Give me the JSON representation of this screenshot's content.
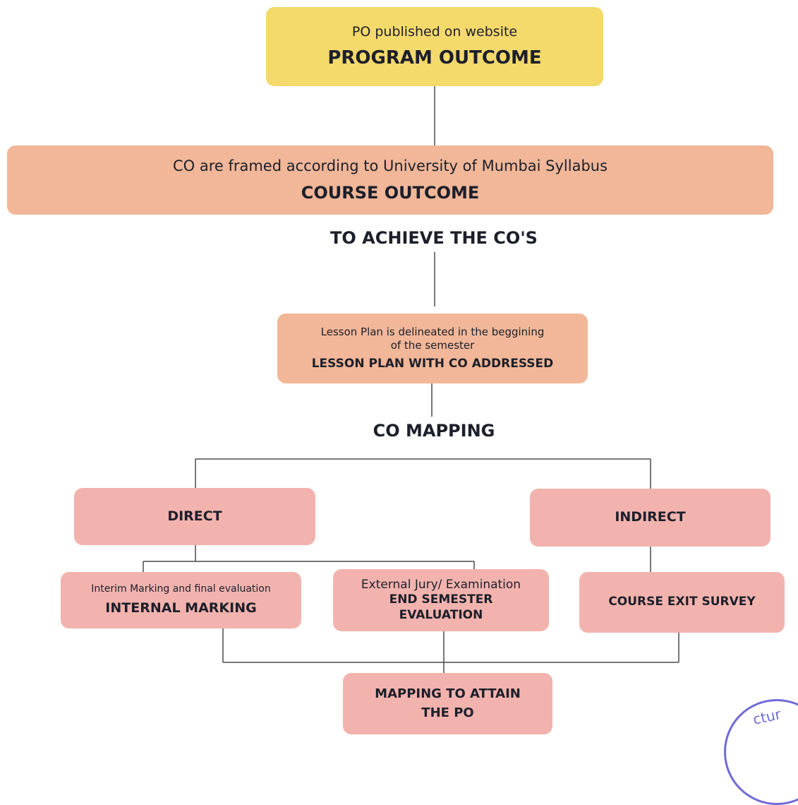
{
  "program_outcome": {
    "sub": "PO published on website",
    "title": "PROGRAM OUTCOME"
  },
  "course_outcome": {
    "sub": "CO are framed according to University of Mumbai Syllabus",
    "title": "COURSE OUTCOME"
  },
  "achieve_label": "TO ACHIEVE THE CO'S",
  "lesson_plan": {
    "sub_line1": "Lesson Plan is delineated in the beggining",
    "sub_line2": "of the semester",
    "title": "LESSON PLAN WITH CO ADDRESSED"
  },
  "co_mapping_label": "CO MAPPING",
  "direct": {
    "title": "DIRECT"
  },
  "indirect": {
    "title": "INDIRECT"
  },
  "internal_marking": {
    "sub": "Interim Marking and final evaluation",
    "title": "INTERNAL MARKING"
  },
  "end_semester": {
    "sub": "External Jury/ Examination",
    "title_line1": "END SEMESTER",
    "title_line2": "EVALUATION"
  },
  "course_exit_survey": {
    "title": "COURSE EXIT SURVEY"
  },
  "mapping_po": {
    "title_line1": "MAPPING TO ATTAIN",
    "title_line2": "THE PO"
  },
  "stamp": {
    "text": "ctur"
  },
  "colors": {
    "po_box": "#f4d96b",
    "co_box": "#f1b798",
    "pink_box": "#f2b3ae",
    "connector": "#4a4a4a",
    "stamp": "#6f6ad6"
  }
}
